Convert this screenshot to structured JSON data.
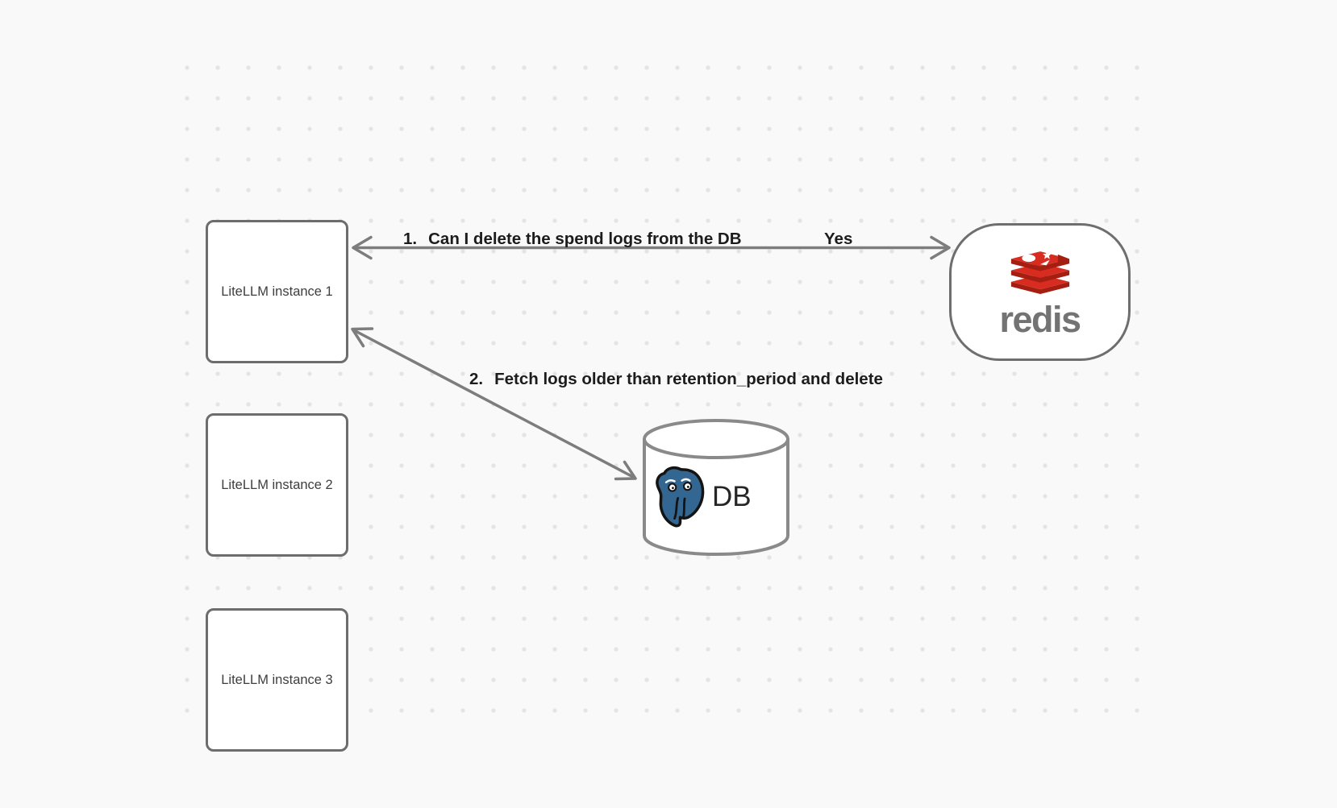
{
  "diagram": {
    "background_color": "#f9f9f9",
    "dot_grid_color": "#e4e4e4"
  },
  "nodes": {
    "instances": [
      {
        "label": "LiteLLM instance 1"
      },
      {
        "label": "LiteLLM instance 2"
      },
      {
        "label": "LiteLLM instance 3"
      }
    ],
    "redis": {
      "wordmark": "redis",
      "brand_red": "#D82C20",
      "brand_dark_red": "#A41E11",
      "wordmark_color": "#737373"
    },
    "db": {
      "label": "DB",
      "postgres_blue": "#336791"
    }
  },
  "edges": {
    "edge1": {
      "number": "1.",
      "label": "Can I delete the spend logs from the DB",
      "response": "Yes",
      "from": "Redis",
      "to": "LiteLLM instance 1",
      "style": "double-headed-arrow"
    },
    "edge2": {
      "number": "2.",
      "label": "Fetch logs older than retention_period and delete",
      "from": "LiteLLM instance 1",
      "to": "DB",
      "style": "double-headed-arrow"
    }
  },
  "icons": {
    "redis_logo": "redis-stacked-discs",
    "postgres_logo": "postgres-elephant"
  },
  "colors": {
    "shape_border": "#6d6d6d",
    "arrow": "#7d7d7d",
    "edge_text": "#1c1c1c",
    "node_text": "#3e3e3e",
    "cylinder_stroke": "#8a8a8a"
  }
}
